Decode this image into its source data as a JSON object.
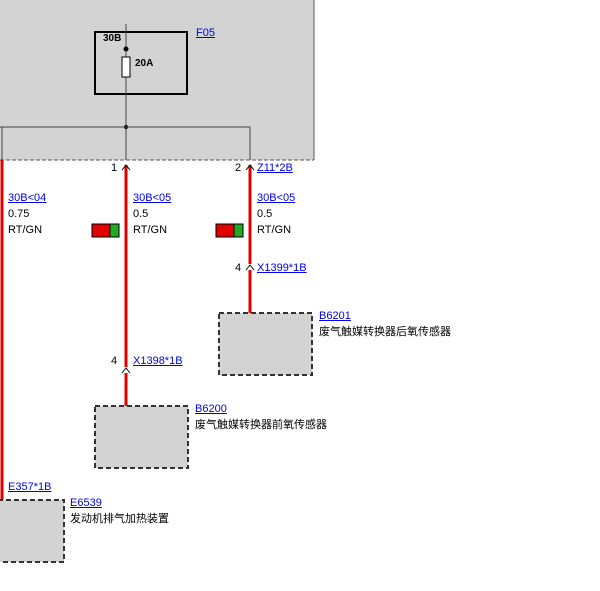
{
  "fuse": {
    "ref": "F05",
    "terminal": "30B",
    "rating": "20A"
  },
  "pins": {
    "p1": "1",
    "p2": "2",
    "p4a": "4",
    "p4b": "4"
  },
  "wires": {
    "left": {
      "signal": "30B<04",
      "gauge": "0.75",
      "color": "RT/GN"
    },
    "mid": {
      "signal": "30B<05",
      "gauge": "0.5",
      "color": "RT/GN"
    },
    "right": {
      "signal": "30B<05",
      "gauge": "0.5",
      "color": "RT/GN",
      "top_connector": "Z11*2B"
    }
  },
  "connectors": {
    "x1399": "X1399*1B",
    "x1398": "X1398*1B",
    "e357": "E357*1B"
  },
  "components": {
    "b6201": {
      "ref": "B6201",
      "name": "废气触媒转换器后氧传感器"
    },
    "b6200": {
      "ref": "B6200",
      "name": "废气触媒转换器前氧传感器"
    },
    "e6539": {
      "ref": "E6539",
      "name": "发动机排气加热装置"
    }
  },
  "colors": {
    "wire_red": "#e00000",
    "swatch_green": "#22aa22",
    "module_fill": "#d3d3d3",
    "link_blue": "#0000ee"
  }
}
